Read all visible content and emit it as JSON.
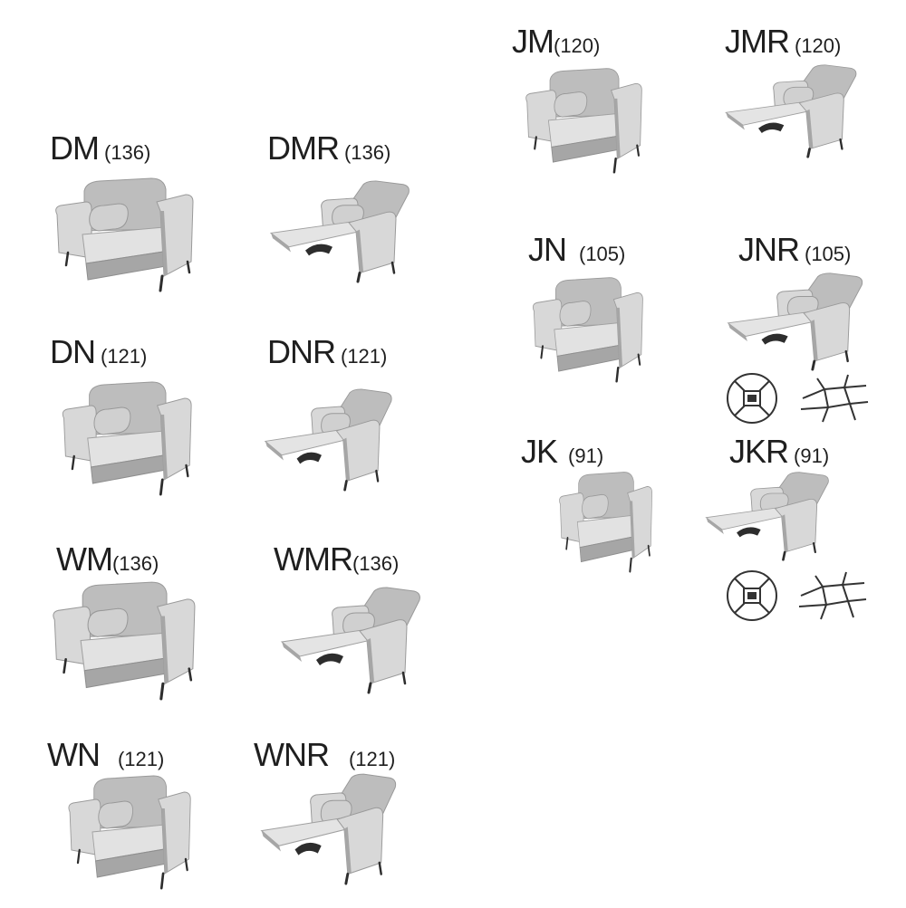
{
  "items": [
    {
      "code": "DM",
      "size": "(136)",
      "kind": "wide"
    },
    {
      "code": "DMR",
      "size": "(136)",
      "kind": "wide-recliner"
    },
    {
      "code": "DN",
      "size": "(121)",
      "kind": "mid"
    },
    {
      "code": "DNR",
      "size": "(121)",
      "kind": "mid-recliner"
    },
    {
      "code": "WM",
      "size": "(136)",
      "kind": "wide"
    },
    {
      "code": "WMR",
      "size": "(136)",
      "kind": "wide-recliner"
    },
    {
      "code": "WN",
      "size": "(121)",
      "kind": "mid"
    },
    {
      "code": "WNR",
      "size": "(121)",
      "kind": "mid-recliner"
    },
    {
      "code": "JM",
      "size": "(120)",
      "kind": "mid"
    },
    {
      "code": "JMR",
      "size": "(120)",
      "kind": "mid-recliner"
    },
    {
      "code": "JN",
      "size": "(105)",
      "kind": "small"
    },
    {
      "code": "JNR",
      "size": "(105)",
      "kind": "small-recliner"
    },
    {
      "code": "JK",
      "size": "(91)",
      "kind": "small"
    },
    {
      "code": "JKR",
      "size": "(91)",
      "kind": "small-recliner"
    }
  ],
  "symbols": [
    {
      "name": "no-wall-placement-icon"
    },
    {
      "name": "swivel-base-icon"
    },
    {
      "name": "no-wall-placement-icon"
    },
    {
      "name": "swivel-base-icon"
    }
  ],
  "colors": {
    "upholstery": "#d8d8d8",
    "upholstery_shade": "#bdbdbd",
    "upholstery_dark": "#a6a6a6",
    "legs": "#2d2d2d",
    "text": "#1f1f1f",
    "symbol": "#333333"
  }
}
